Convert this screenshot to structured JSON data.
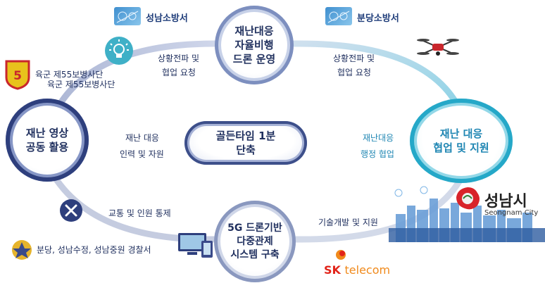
{
  "nodes": {
    "top": "재난대응\n자율비행\n드론 운영",
    "left": "재난 영상\n공동 활용",
    "right": "재난 대응\n협업 및 지원",
    "bottom": "5G 드론기반\n다중관제\n시스템 구축",
    "center": "골든타임 1분\n단축"
  },
  "labels": {
    "top_left_1": "상황전파 및",
    "top_left_2": "협업 요청",
    "top_right_1": "상황전파 및",
    "top_right_2": "협업 요청",
    "mid_left_1": "재난 대응",
    "mid_left_2": "인력 및 자원",
    "mid_right_1": "재난대응",
    "mid_right_2": "행정 협업",
    "bottom_left": "교통 및 인원 통제",
    "bottom_right": "기술개발 및 지원"
  },
  "orgs": {
    "fire1": "성남소방서",
    "fire2": "분당소방서",
    "army_1": "육군 제55보병사단",
    "army_2": "육군 제55보병사단",
    "police": "분당, 성남수정, 성남중원 경찰서",
    "city_name": "성남시",
    "city_sub": "Seongnam City",
    "sk_1": "SK",
    "sk_2": "telecom"
  },
  "icons": [
    "lightbulb-icon",
    "drone-icon",
    "tools-icon",
    "devices-icon",
    "army-emblem-icon",
    "police-emblem-icon",
    "fire-badge-icon",
    "city-skyline-icon",
    "city-logo-icon",
    "sk-logo-icon"
  ],
  "colors": {
    "navy": "#2e3f7d",
    "teal": "#25a8c8",
    "arc": "#c5cce0",
    "text": "#1f2f5e",
    "teal_text": "#1f86b3",
    "sk_red": "#e2241a",
    "sk_orange": "#f08a1c"
  }
}
